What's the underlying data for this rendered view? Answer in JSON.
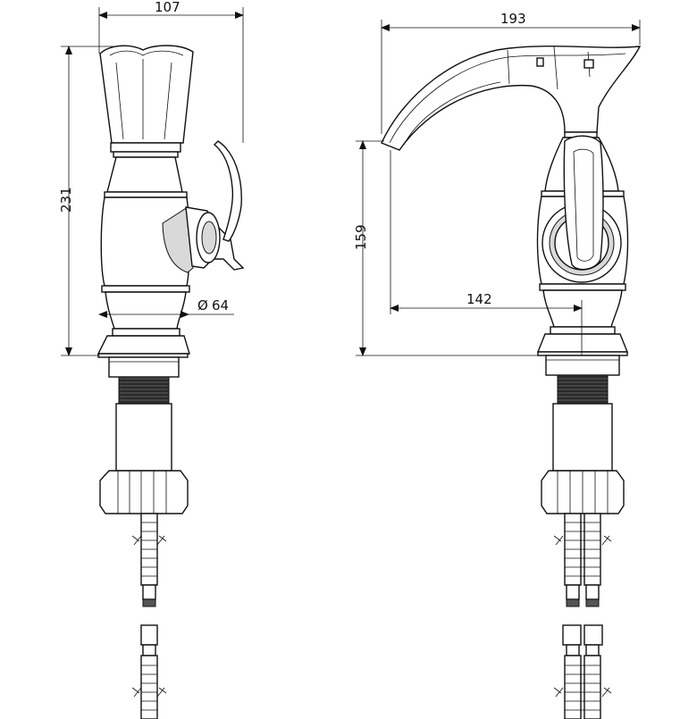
{
  "dimensions": {
    "side_width": "107",
    "side_height": "231",
    "side_diameter": "64",
    "diameter_symbol": "Ø",
    "front_width": "193",
    "front_height": "159",
    "front_reach": "142"
  }
}
